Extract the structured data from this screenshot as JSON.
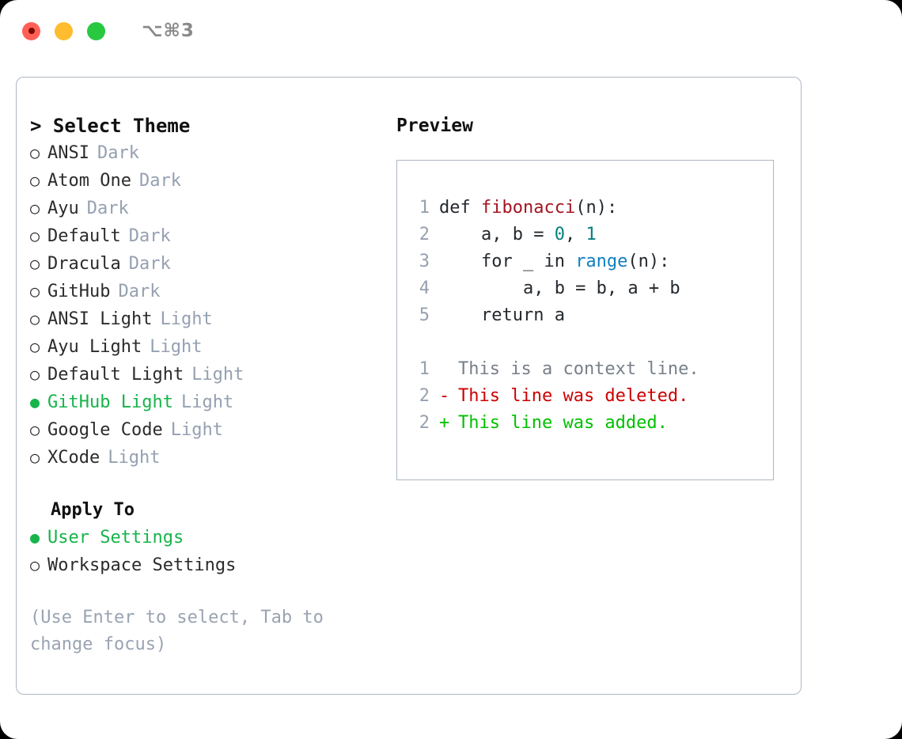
{
  "window": {
    "shortcut": "⌥⌘3",
    "traffic_lights": [
      {
        "name": "close",
        "color": "#ff5f57"
      },
      {
        "name": "minimize",
        "color": "#febc2e"
      },
      {
        "name": "maximize",
        "color": "#28c840"
      }
    ]
  },
  "accent_color": "#16b44a",
  "theme_panel": {
    "title": "> Select Theme",
    "bullet_selected": "●",
    "bullet_unselected": "○",
    "options": [
      {
        "label": "ANSI",
        "tag": "Dark",
        "selected": false
      },
      {
        "label": "Atom One",
        "tag": "Dark",
        "selected": false
      },
      {
        "label": "Ayu",
        "tag": "Dark",
        "selected": false
      },
      {
        "label": "Default",
        "tag": "Dark",
        "selected": false
      },
      {
        "label": "Dracula",
        "tag": "Dark",
        "selected": false
      },
      {
        "label": "GitHub",
        "tag": "Dark",
        "selected": false
      },
      {
        "label": "ANSI Light",
        "tag": "Light",
        "selected": false
      },
      {
        "label": "Ayu Light",
        "tag": "Light",
        "selected": false
      },
      {
        "label": "Default Light",
        "tag": "Light",
        "selected": false
      },
      {
        "label": "GitHub Light",
        "tag": "Light",
        "selected": true
      },
      {
        "label": "Google Code",
        "tag": "Light",
        "selected": false
      },
      {
        "label": "XCode",
        "tag": "Light",
        "selected": false
      }
    ]
  },
  "apply_to": {
    "title": "Apply To",
    "options": [
      {
        "label": "User Settings",
        "selected": true
      },
      {
        "label": "Workspace Settings",
        "selected": false
      }
    ]
  },
  "hint": "(Use Enter to select, Tab to change focus)",
  "preview": {
    "title": "Preview",
    "code_lines": [
      {
        "no": "1",
        "segments": [
          {
            "text": "def ",
            "style": "plain"
          },
          {
            "text": "fibonacci",
            "style": "fn"
          },
          {
            "text": "(n):",
            "style": "plain"
          }
        ]
      },
      {
        "no": "2",
        "segments": [
          {
            "text": "    a, b = ",
            "style": "plain"
          },
          {
            "text": "0",
            "style": "num"
          },
          {
            "text": ", ",
            "style": "plain"
          },
          {
            "text": "1",
            "style": "num"
          }
        ]
      },
      {
        "no": "3",
        "segments": [
          {
            "text": "    for _ in ",
            "style": "plain"
          },
          {
            "text": "range",
            "style": "call"
          },
          {
            "text": "(n):",
            "style": "plain"
          }
        ]
      },
      {
        "no": "4",
        "segments": [
          {
            "text": "        a, b = b, a + b",
            "style": "plain"
          }
        ]
      },
      {
        "no": "5",
        "segments": [
          {
            "text": "    return a",
            "style": "plain"
          }
        ]
      }
    ],
    "diff_lines": [
      {
        "no": "1",
        "sign": " ",
        "text": "This is a context line.",
        "kind": "context"
      },
      {
        "no": "2",
        "sign": "-",
        "text": "This line was deleted.",
        "kind": "deleted"
      },
      {
        "no": "2",
        "sign": "+",
        "text": "This line was added.",
        "kind": "added"
      }
    ]
  }
}
